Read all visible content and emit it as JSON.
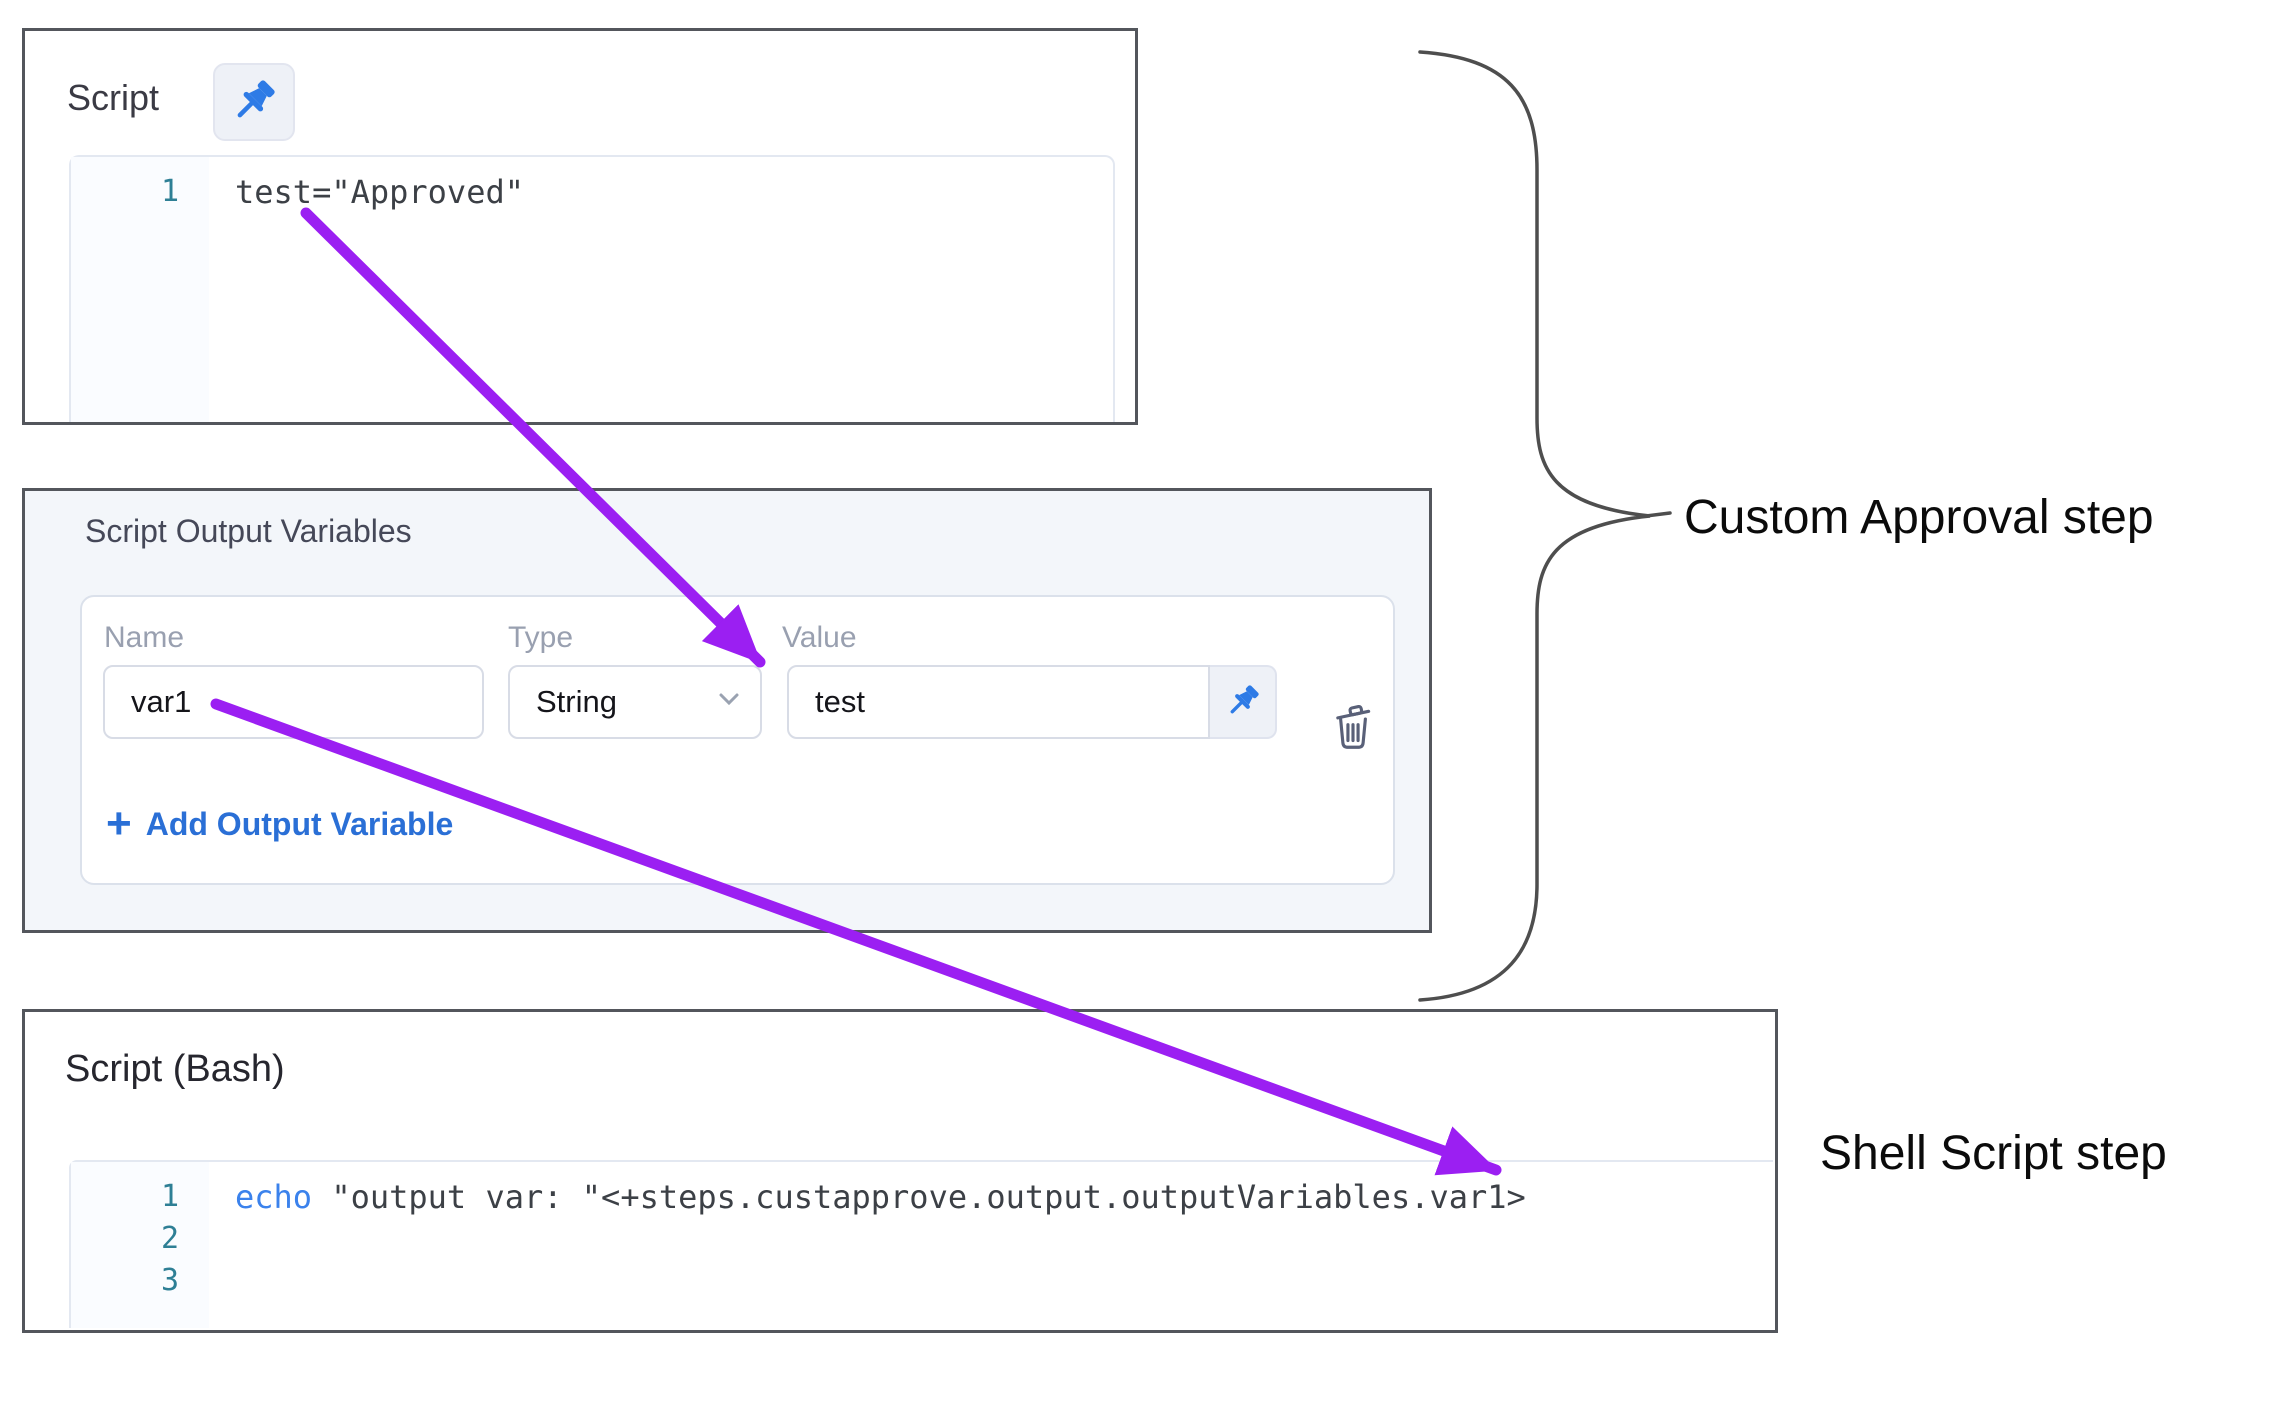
{
  "colors": {
    "arrow_purple": "#9b1ff2",
    "pin_blue": "#2e7be6",
    "link_blue": "#2a6fd6",
    "keyword_blue": "#3b82ec",
    "line_number_teal": "#2e7f95",
    "panel_border": "#53565c"
  },
  "script_panel": {
    "title": "Script",
    "code_lines": [
      {
        "num": "1",
        "code": "test=\"Approved\""
      }
    ]
  },
  "variables_panel": {
    "title": "Script Output Variables",
    "name_label": "Name",
    "type_label": "Type",
    "value_label": "Value",
    "row": {
      "name": "var1",
      "type": "String",
      "value": "test"
    },
    "add_icon": "+",
    "add_label": "Add Output Variable"
  },
  "bash_panel": {
    "title": "Script (Bash)",
    "lines": [
      {
        "num": "1",
        "keyword": "echo",
        "code": " \"output var: \"<+steps.custapprove.output.outputVariables.var1>"
      },
      {
        "num": "2"
      },
      {
        "num": "3"
      }
    ]
  },
  "annotations": {
    "approval": "Custom Approval step",
    "shell": "Shell Script step"
  }
}
